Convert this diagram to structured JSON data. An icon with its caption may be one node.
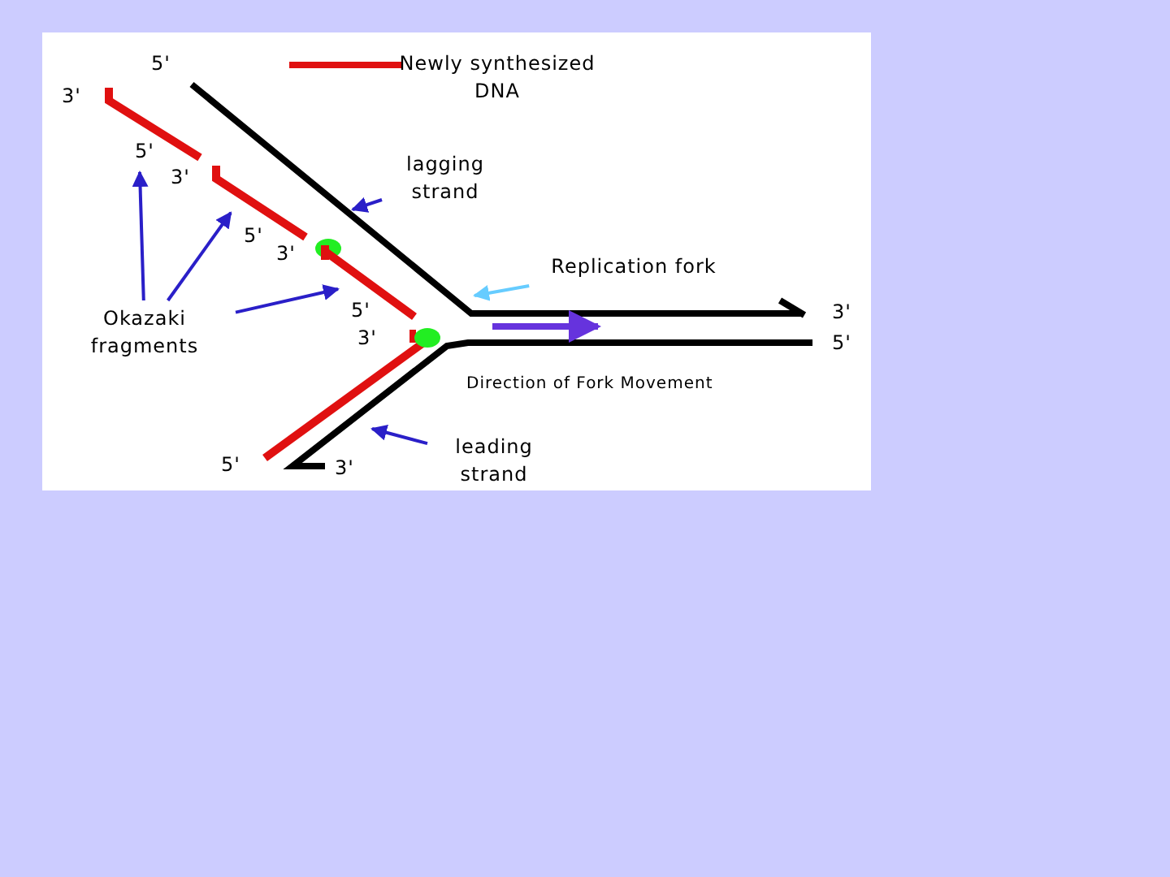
{
  "diagram": {
    "nodes": [
      {
        "text": [
          "lagging strand"
        ]
      },
      {
        "text": [
          "Replication fork"
        ]
      },
      {
        "text": [
          "Okazaki fragments"
        ]
      },
      {
        "text": [
          "leading strand"
        ]
      },
      {
        "text": [],
        "shape": "bar"
      },
      {
        "text": [],
        "shape": "bar"
      },
      {
        "text": [],
        "shape": "bar"
      }
    ],
    "edges": [
      {
        "from": 0,
        "to": null,
        "arrow": "to"
      },
      {
        "from": 1,
        "to": null,
        "arrow": "to",
        "color": "#66ccff"
      },
      {
        "from": 2,
        "to": 4,
        "arrow": "to"
      },
      {
        "from": 2,
        "to": 5,
        "arrow": "to"
      },
      {
        "from": 2,
        "to": 6,
        "arrow": "to"
      },
      {
        "from": 3,
        "to": null,
        "arrow": "to"
      }
    ],
    "labels": [
      "5'",
      "3'",
      "5'",
      "3'",
      "5'",
      "3'",
      "5'",
      "3'",
      "3'",
      "5'",
      "Direction of Fork Movement",
      "5'",
      "3'"
    ],
    "legend": [
      {
        "text": "Newly synthesized DNA"
      }
    ]
  }
}
